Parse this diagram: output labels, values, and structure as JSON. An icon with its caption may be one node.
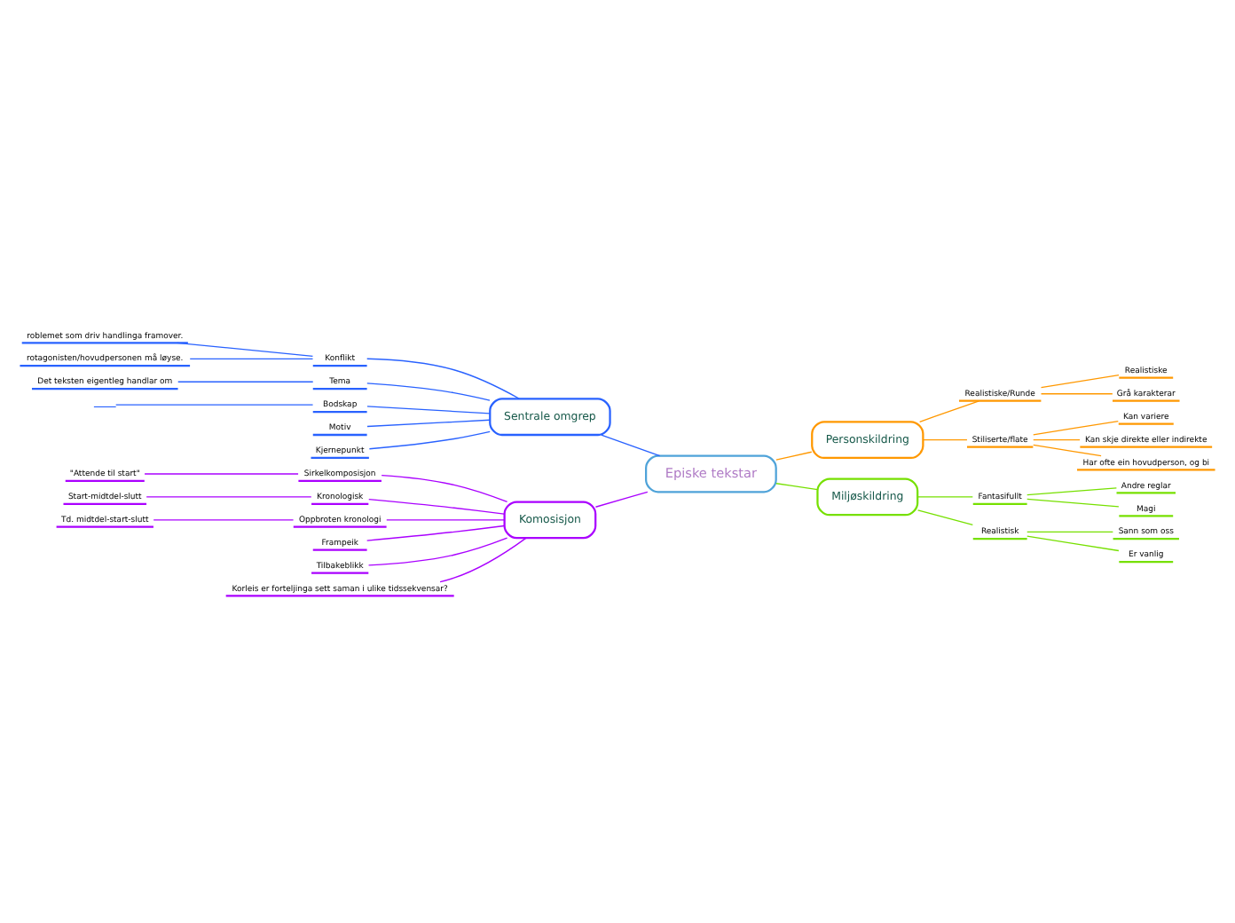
{
  "diagram": {
    "nodes": [
      {
        "text": [
          "Episke tekstar"
        ]
      },
      {
        "text": [
          "Sentrale omgrep"
        ]
      },
      {
        "text": [
          "Konflikt"
        ]
      },
      {
        "text": [
          "roblemet som driv handlinga framover."
        ]
      },
      {
        "text": [
          "rotagonisten/hovudpersonen må løyse."
        ]
      },
      {
        "text": [
          "Tema"
        ]
      },
      {
        "text": [
          "Det teksten eigentleg handlar om"
        ]
      },
      {
        "text": [
          "Bodskap"
        ]
      },
      {
        "text": [],
        "shape": "bar"
      },
      {
        "text": [
          "Motiv"
        ]
      },
      {
        "text": [
          "Kjernepunkt"
        ]
      },
      {
        "text": [
          "Komosisjon"
        ]
      },
      {
        "text": [
          "Sirkelkomposisjon"
        ]
      },
      {
        "text": [
          "\"Attende til start\""
        ]
      },
      {
        "text": [
          "Kronologisk"
        ]
      },
      {
        "text": [
          "Start-midtdel-slutt"
        ]
      },
      {
        "text": [
          "Oppbroten kronologi"
        ]
      },
      {
        "text": [
          "Td. midtdel-start-slutt"
        ]
      },
      {
        "text": [
          "Frampeik"
        ]
      },
      {
        "text": [
          "Tilbakeblikk"
        ]
      },
      {
        "text": [
          "Korleis er forteljinga sett saman i ulike tidssekvensar?"
        ]
      },
      {
        "text": [
          "Personskildring"
        ]
      },
      {
        "text": [
          "Realistiske/Runde"
        ]
      },
      {
        "text": [
          "Realistiske"
        ]
      },
      {
        "text": [
          "Grå karakterar"
        ]
      },
      {
        "text": [
          "Stiliserte/flate"
        ]
      },
      {
        "text": [
          "Kan variere"
        ]
      },
      {
        "text": [
          "Kan skje direkte eller indirekte"
        ]
      },
      {
        "text": [
          "Har ofte ein hovudperson, og bi"
        ]
      },
      {
        "text": [
          "Miljøskildring"
        ]
      },
      {
        "text": [
          "Fantasifullt"
        ]
      },
      {
        "text": [
          "Andre reglar"
        ]
      },
      {
        "text": [
          "Magi"
        ]
      },
      {
        "text": [
          "Realistisk"
        ]
      },
      {
        "text": [
          "Sann som oss"
        ]
      },
      {
        "text": [
          "Er vanlig"
        ]
      }
    ],
    "edges": [
      {
        "from": 0,
        "to": 1,
        "arrow": "none",
        "color": "#2962ff"
      },
      {
        "from": 1,
        "to": 2,
        "arrow": "none",
        "color": "#2962ff"
      },
      {
        "from": 2,
        "to": 3,
        "arrow": "none",
        "color": "#2962ff"
      },
      {
        "from": 2,
        "to": 4,
        "arrow": "none",
        "color": "#2962ff"
      },
      {
        "from": 1,
        "to": 5,
        "arrow": "none",
        "color": "#2962ff"
      },
      {
        "from": 5,
        "to": 6,
        "arrow": "none",
        "color": "#2962ff"
      },
      {
        "from": 1,
        "to": 7,
        "arrow": "none",
        "color": "#2962ff"
      },
      {
        "from": 7,
        "to": 8,
        "arrow": "none",
        "color": "#2962ff"
      },
      {
        "from": 1,
        "to": 9,
        "arrow": "none",
        "color": "#2962ff"
      },
      {
        "from": 1,
        "to": 10,
        "arrow": "none",
        "color": "#2962ff"
      },
      {
        "from": 0,
        "to": 11,
        "arrow": "none",
        "color": "#aa00ff"
      },
      {
        "from": 11,
        "to": 12,
        "arrow": "none",
        "color": "#aa00ff"
      },
      {
        "from": 12,
        "to": 13,
        "arrow": "none",
        "color": "#aa00ff"
      },
      {
        "from": 11,
        "to": 14,
        "arrow": "none",
        "color": "#aa00ff"
      },
      {
        "from": 14,
        "to": 15,
        "arrow": "none",
        "color": "#aa00ff"
      },
      {
        "from": 11,
        "to": 16,
        "arrow": "none",
        "color": "#aa00ff"
      },
      {
        "from": 16,
        "to": 17,
        "arrow": "none",
        "color": "#aa00ff"
      },
      {
        "from": 11,
        "to": 18,
        "arrow": "none",
        "color": "#aa00ff"
      },
      {
        "from": 11,
        "to": 19,
        "arrow": "none",
        "color": "#aa00ff"
      },
      {
        "from": 11,
        "to": 20,
        "arrow": "none",
        "color": "#aa00ff"
      },
      {
        "from": 0,
        "to": 21,
        "arrow": "none",
        "color": "#ff9800"
      },
      {
        "from": 21,
        "to": 22,
        "arrow": "none",
        "color": "#ff9800"
      },
      {
        "from": 22,
        "to": 23,
        "arrow": "none",
        "color": "#ff9800"
      },
      {
        "from": 22,
        "to": 24,
        "arrow": "none",
        "color": "#ff9800"
      },
      {
        "from": 21,
        "to": 25,
        "arrow": "none",
        "color": "#ff9800"
      },
      {
        "from": 25,
        "to": 26,
        "arrow": "none",
        "color": "#ff9800"
      },
      {
        "from": 25,
        "to": 27,
        "arrow": "none",
        "color": "#ff9800"
      },
      {
        "from": 25,
        "to": 28,
        "arrow": "none",
        "color": "#ff9800"
      },
      {
        "from": 0,
        "to": 29,
        "arrow": "none",
        "color": "#76e000"
      },
      {
        "from": 29,
        "to": 30,
        "arrow": "none",
        "color": "#76e000"
      },
      {
        "from": 30,
        "to": 31,
        "arrow": "none",
        "color": "#76e000"
      },
      {
        "from": 30,
        "to": 32,
        "arrow": "none",
        "color": "#76e000"
      },
      {
        "from": 29,
        "to": 33,
        "arrow": "none",
        "color": "#76e000"
      },
      {
        "from": 33,
        "to": 34,
        "arrow": "none",
        "color": "#76e000"
      },
      {
        "from": 33,
        "to": 35,
        "arrow": "none",
        "color": "#76e000"
      }
    ]
  }
}
